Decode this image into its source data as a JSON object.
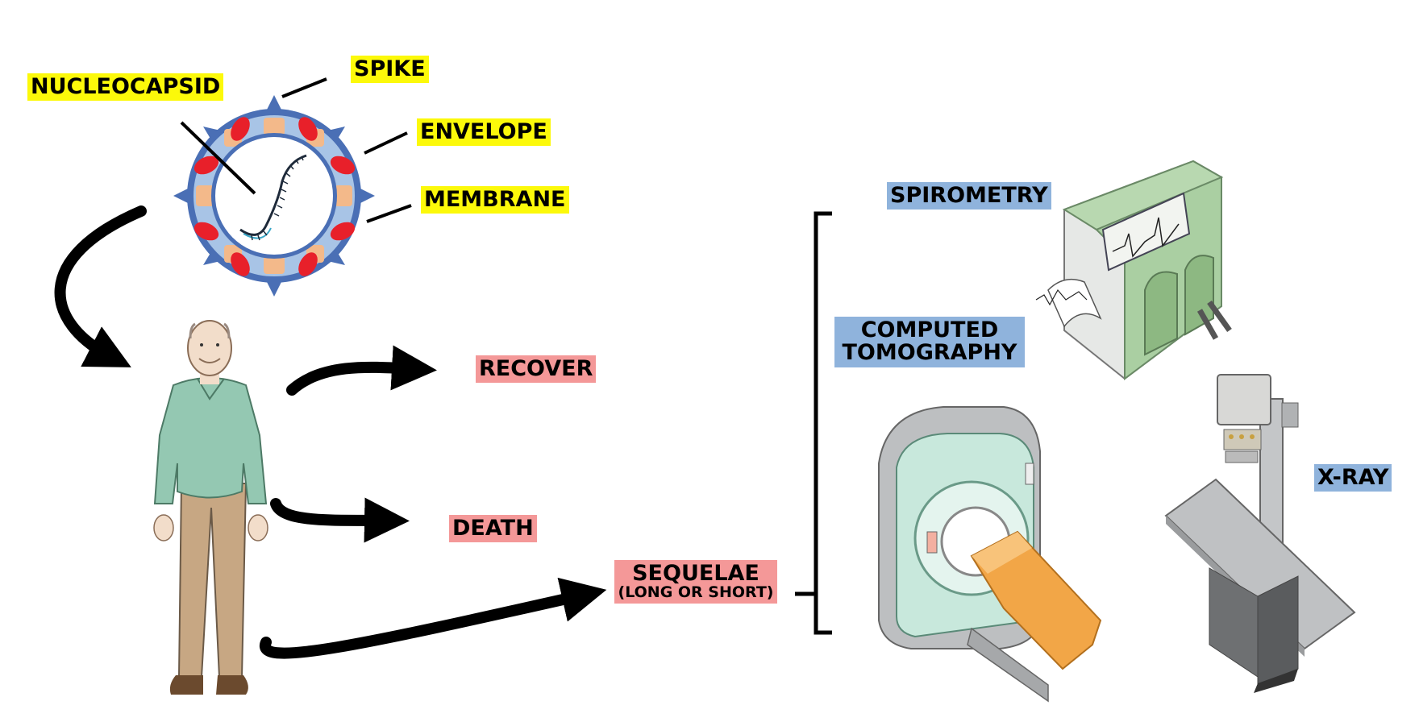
{
  "virus_labels": {
    "nucleocapsid": "NUCLEOCAPSID",
    "spike": "SPIKE",
    "envelope": "ENVELOPE",
    "membrane": "MEMBRANE"
  },
  "outcomes": {
    "recover": "RECOVER",
    "death": "DEATH",
    "sequelae": "SEQUELAE",
    "sequelae_note": "(LONG OR SHORT)"
  },
  "exams": {
    "spirometry": "SPIROMETRY",
    "ct_line1": "COMPUTED",
    "ct_line2": "TOMOGRAPHY",
    "xray": "X-RAY"
  },
  "colors": {
    "virus_label_bg": "#fcf90a",
    "outcome_label_bg": "#f49898",
    "exam_label_bg": "#8fb3dc"
  }
}
